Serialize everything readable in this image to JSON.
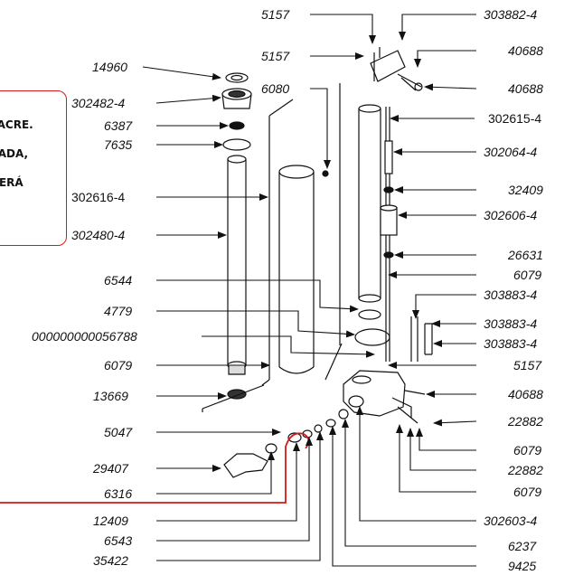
{
  "labels": [
    {
      "id": "l5157a",
      "text": "5157"
    },
    {
      "id": "l303882",
      "text": "303882-4"
    },
    {
      "id": "l5157b",
      "text": "5157"
    },
    {
      "id": "l40688a",
      "text": "40688"
    },
    {
      "id": "l14960",
      "text": "14960"
    },
    {
      "id": "l6080",
      "text": "6080"
    },
    {
      "id": "l40688b",
      "text": "40688"
    },
    {
      "id": "l302482",
      "text": "302482-4"
    },
    {
      "id": "l302615",
      "text": "302615-4"
    },
    {
      "id": "l6387",
      "text": "6387"
    },
    {
      "id": "l7635",
      "text": "7635"
    },
    {
      "id": "l302064",
      "text": "302064-4"
    },
    {
      "id": "l32409",
      "text": "32409"
    },
    {
      "id": "l302616",
      "text": "302616-4"
    },
    {
      "id": "l302606",
      "text": "302606-4"
    },
    {
      "id": "l302480",
      "text": "302480-4"
    },
    {
      "id": "l26631",
      "text": "26631"
    },
    {
      "id": "l6079a",
      "text": "6079"
    },
    {
      "id": "l6544",
      "text": "6544"
    },
    {
      "id": "l303883a",
      "text": "303883-4"
    },
    {
      "id": "l4779",
      "text": "4779"
    },
    {
      "id": "l303883b",
      "text": "303883-4"
    },
    {
      "id": "l56788",
      "text": "000000000056788"
    },
    {
      "id": "l303883c",
      "text": "303883-4"
    },
    {
      "id": "l6079b",
      "text": "6079"
    },
    {
      "id": "l5157c",
      "text": "5157"
    },
    {
      "id": "l13669",
      "text": "13669"
    },
    {
      "id": "l40688c",
      "text": "40688"
    },
    {
      "id": "l22882a",
      "text": "22882"
    },
    {
      "id": "l5047",
      "text": "5047"
    },
    {
      "id": "l6079c",
      "text": "6079"
    },
    {
      "id": "l29407",
      "text": "29407"
    },
    {
      "id": "l22882b",
      "text": "22882"
    },
    {
      "id": "l6316",
      "text": "6316"
    },
    {
      "id": "l6079d",
      "text": "6079"
    },
    {
      "id": "l12409",
      "text": "12409"
    },
    {
      "id": "l302603",
      "text": "302603-4"
    },
    {
      "id": "l6543",
      "text": "6543"
    },
    {
      "id": "l6237",
      "text": "6237"
    },
    {
      "id": "l35422",
      "text": "35422"
    },
    {
      "id": "l9425",
      "text": "9425"
    }
  ],
  "note": {
    "lines": [
      "LACRE.",
      "ZADA,",
      "DERÁ"
    ]
  },
  "colors": {
    "line": "#111111",
    "highlight": "#d21a1a"
  }
}
